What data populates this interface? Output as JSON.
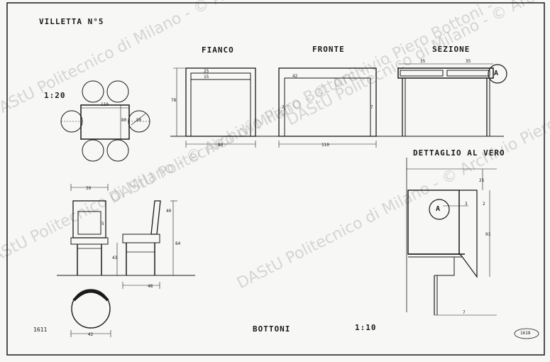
{
  "title": "VILLETTA N°5",
  "scale_top": "1:20",
  "views": {
    "side": "FIANCO",
    "front": "FRONTE",
    "section": "SEZIONE",
    "detail": "DETTAGLIO AL VERO"
  },
  "author": "BOTTONI",
  "scale_bottom": "1:10",
  "sheet_number": "1611",
  "stamp": "1618",
  "watermark": "DAStU Politecnico di Milano - © Archivio Piero Bottoni -",
  "dimensions": {
    "table_top_width": "110",
    "table_top_depth": "80",
    "table_plan_side": "80",
    "table_height": "78",
    "top_thickness": "25",
    "top_inner": "15",
    "front_rail": "42",
    "leg_7": "7",
    "section_left": "35",
    "section_right": "35",
    "side_width": "80",
    "front_width": "110",
    "chair_width": "39",
    "chair_depth": "48",
    "chair_seat_height": "43",
    "chair_total_height": "84",
    "chair_back": "40",
    "chair_rail": "5",
    "chair_plan_width": "42",
    "detail_top": "25",
    "detail_height": "93",
    "detail_bottom": "7",
    "detail_a": "3",
    "detail_b": "2"
  },
  "detail_marker": "A"
}
